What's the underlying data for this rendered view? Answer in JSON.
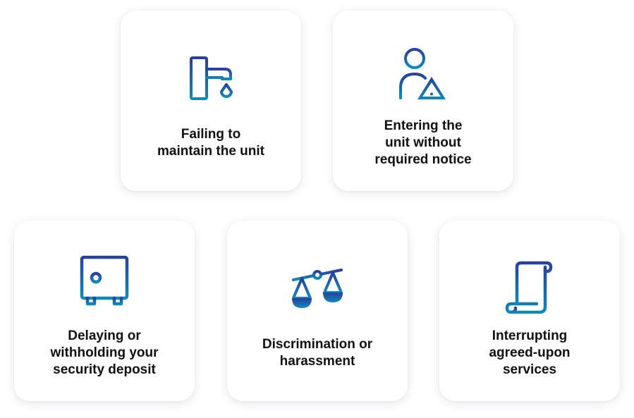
{
  "colors": {
    "icon_gradient_top": "#2a3f9e",
    "icon_gradient_bottom": "#0e8ab9",
    "text": "#111111",
    "card_background": "#ffffff"
  },
  "cards": [
    {
      "icon": "faucet-icon",
      "lines": [
        "Failing to",
        "maintain the unit"
      ]
    },
    {
      "icon": "person-warning-icon",
      "lines": [
        "Entering the",
        "unit without",
        "required notice"
      ]
    },
    {
      "icon": "safe-icon",
      "lines": [
        "Delaying or",
        "withholding your",
        "security deposit"
      ]
    },
    {
      "icon": "scales-icon",
      "lines": [
        "Discrimination or",
        "harassment"
      ]
    },
    {
      "icon": "scroll-document-icon",
      "lines": [
        "Interrupting",
        "agreed-upon",
        "services"
      ]
    }
  ]
}
